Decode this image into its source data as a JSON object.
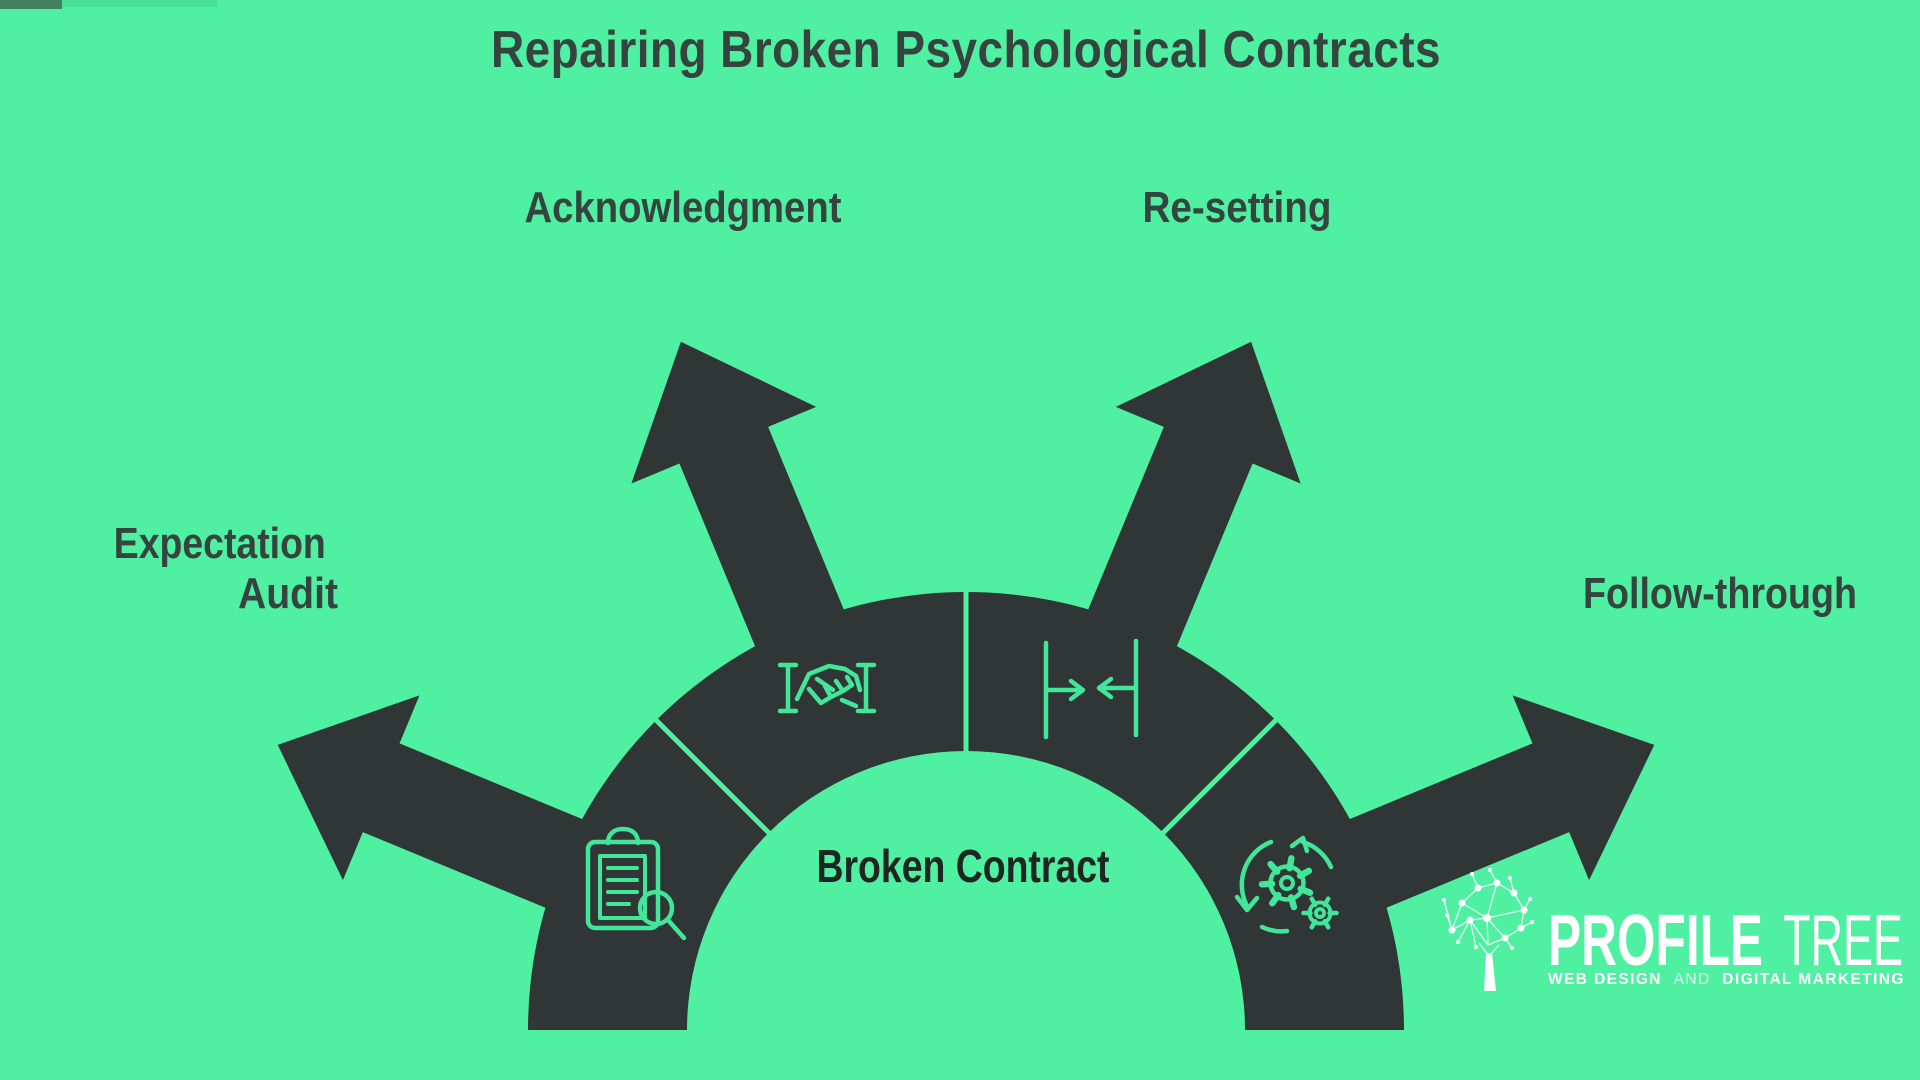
{
  "title": "Repairing Broken Psychological Contracts",
  "diagram": {
    "center_label": "Broken Contract",
    "segments": [
      {
        "label_line1": "Expectation",
        "label_line2": "Audit",
        "icon": "clipboard-search-icon",
        "position": "left"
      },
      {
        "label": "Acknowledgment",
        "icon": "handshake-icon",
        "position": "upper-left"
      },
      {
        "label": "Re-setting",
        "icon": "converging-arrows-icon",
        "position": "upper-right"
      },
      {
        "label": "Follow-through",
        "icon": "gears-refresh-icon",
        "position": "right"
      }
    ]
  },
  "logo": {
    "brand_primary": "PROFILE",
    "brand_secondary": "TREE",
    "tagline_lead": "WEB DESIGN",
    "tagline_conjunction": "AND",
    "tagline_tail": "DIGITAL MARKETING"
  },
  "colors": {
    "background": "#4ff0a1",
    "diagram_dark": "#2f3635",
    "icon_stroke": "#42e699",
    "title_text": "#36443f",
    "center_text": "#1d2623",
    "logo": "#ffffff"
  }
}
